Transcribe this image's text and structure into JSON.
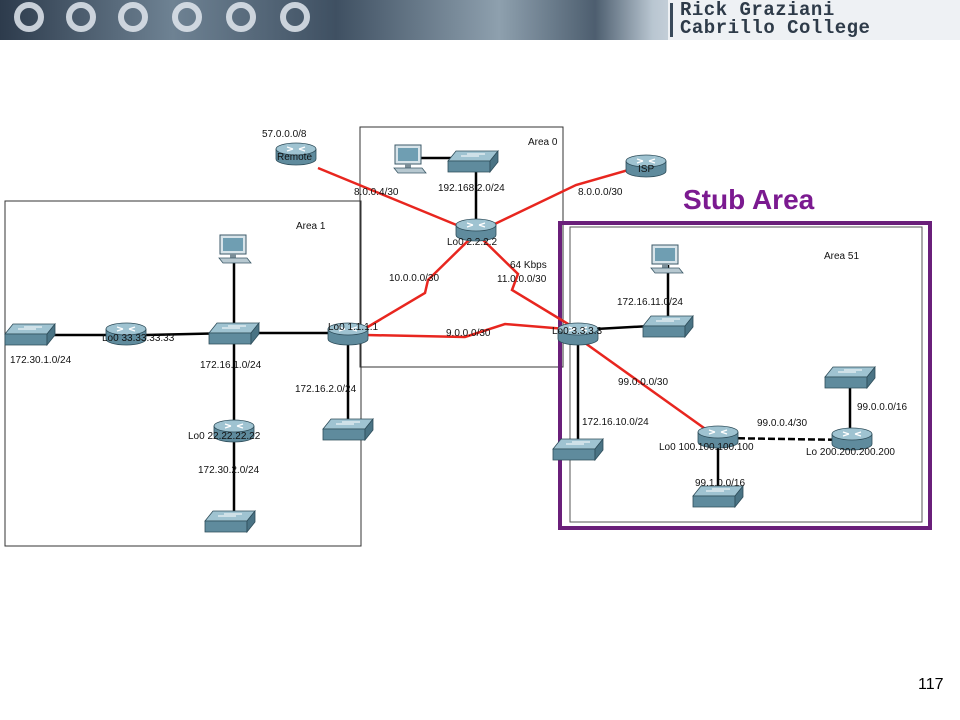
{
  "header": {
    "line1": "Rick Graziani",
    "line2": "Cabrillo College"
  },
  "slide_number": "117",
  "stub_label": "Stub Area",
  "areas": {
    "area0": "Area 0",
    "area1": "Area 1",
    "area51": "Area 51"
  },
  "labels": {
    "remote_net": "57.0.0.0/8",
    "remote": "Remote",
    "isp": "ISP",
    "link_remote": "8.0.0.4/30",
    "link_isp": "8.0.0.0/30",
    "lan_area0": "192.168.2.0/24",
    "lo_r2": "Lo0 2.2.2.2",
    "link_10": "10.0.0.0/30",
    "bandwidth": "64 Kbps",
    "link_11": "11.0.0.0/30",
    "link_9": "9.0.0.0/30",
    "lo_r1": "Lo0 1.1.1.1",
    "lo_r3": "Lo0 3.3.3.3",
    "lan_172_16_11": "172.16.11.0/24",
    "lo_r33": "Lo0 33.33.33.33",
    "lan_172_30_1": "172.30.1.0/24",
    "lan_172_16_1": "172.16.1.0/24",
    "lan_172_16_2": "172.16.2.0/24",
    "lo_r22": "Lo0 22.22.22.22",
    "lan_172_30_2": "172.30.2.0/24",
    "link_99_0_0_0": "99.0.0.0/30",
    "lan_172_16_10": "172.16.10.0/24",
    "lo_r100": "Lo0 100.100.100.100",
    "link_99_0_0_4": "99.0.0.4/30",
    "lo_r200": "Lo 200.200.200.200",
    "lan_99_0_0_0_16": "99.0.0.0/16",
    "lan_99_1_0_0": "99.1.0.0/16"
  },
  "colors": {
    "serial": "#e8261f",
    "ethernet": "#000000",
    "stub_border": "#6a1f7a",
    "stub_text": "#7b1a90"
  },
  "icons": [
    "router-icon",
    "switch-icon",
    "pc-icon"
  ]
}
